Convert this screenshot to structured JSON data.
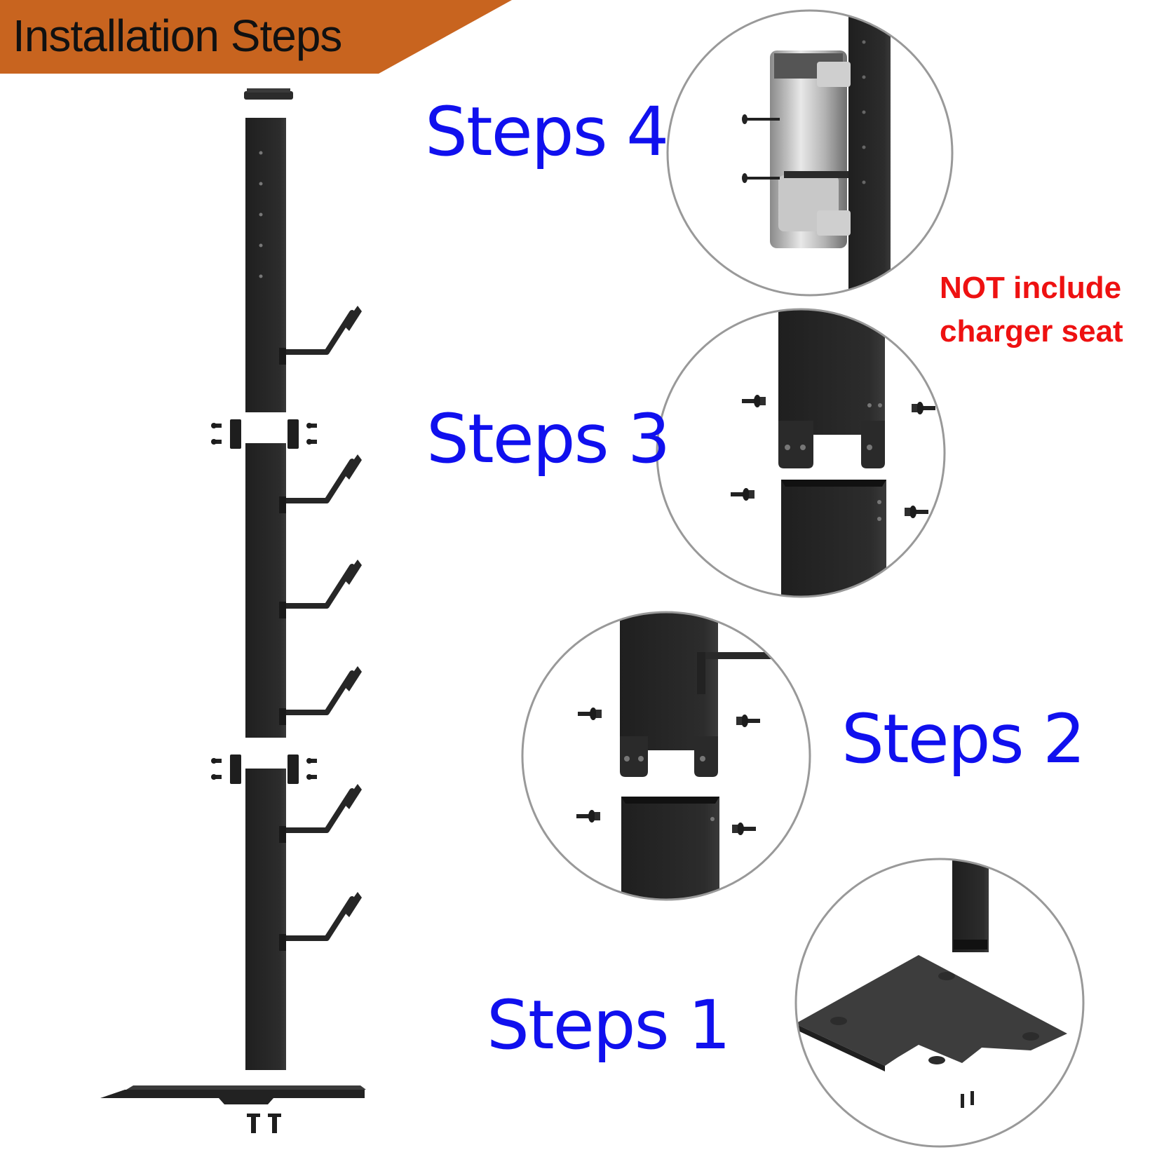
{
  "banner": {
    "title": "Installation Steps",
    "color": "#c8641f"
  },
  "steps": [
    {
      "label": "Steps 4"
    },
    {
      "label": "Steps 3"
    },
    {
      "label": "Steps 2"
    },
    {
      "label": "Steps 1"
    }
  ],
  "note": {
    "line1": "NOT include",
    "line2": "charger seat"
  },
  "colors": {
    "step_text": "#1010ee",
    "note_text": "#ee1111",
    "metal": "#2a2a2a",
    "circle_border": "#999999"
  }
}
